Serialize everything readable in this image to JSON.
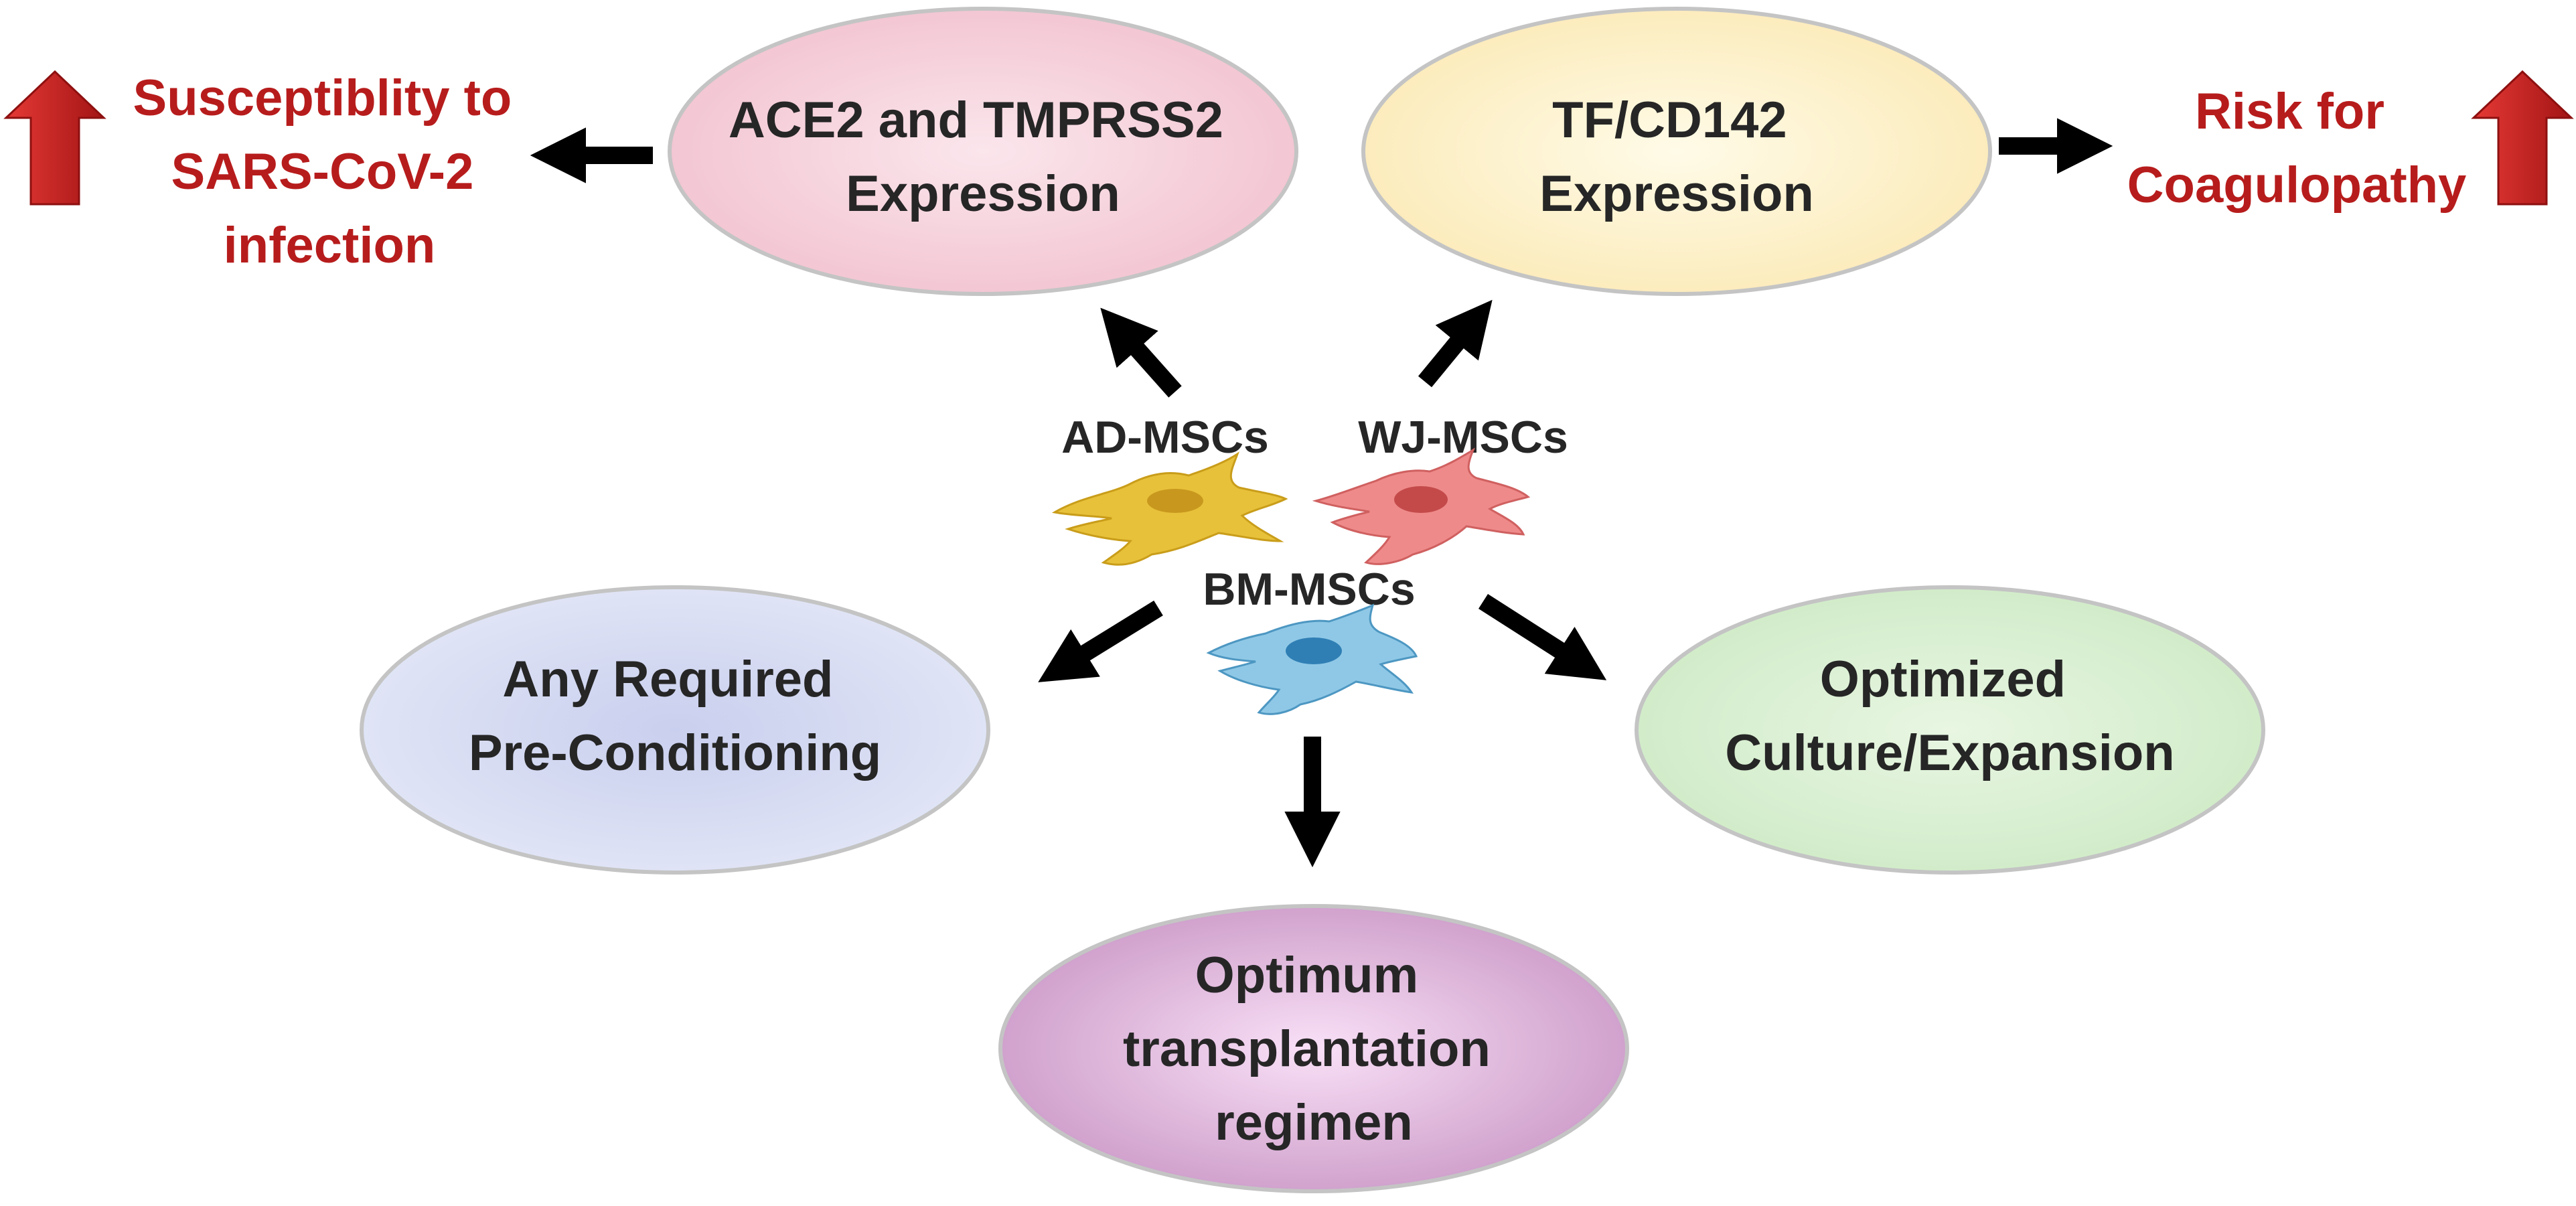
{
  "nodes": {
    "ace2": {
      "lines": [
        "ACE2 and TMPRSS2",
        "Expression"
      ],
      "color": "#f4c9d5"
    },
    "tf": {
      "lines": [
        "TF/CD142",
        "Expression"
      ],
      "color": "#fdf0c4"
    },
    "preconditioning": {
      "lines": [
        "Any Required",
        "Pre-Conditioning"
      ],
      "color": "#d3d9f0"
    },
    "culture": {
      "lines": [
        "Optimized",
        "Culture/Expansion"
      ],
      "color": "#d6efd0"
    },
    "transplant": {
      "lines": [
        "Optimum",
        "transplantation",
        "regimen"
      ],
      "color": "#dcb1d9"
    }
  },
  "cells": {
    "ad": {
      "label": "AD-MSCs",
      "color": "#e8c13a"
    },
    "wj": {
      "label": "WJ-MSCs",
      "color": "#ee8a8a"
    },
    "bm": {
      "label": "BM-MSCs",
      "color": "#8fc8e6"
    }
  },
  "outcomes": {
    "susceptibility": {
      "lines": [
        "Susceptiblity to",
        "SARS-CoV-2",
        "infection"
      ]
    },
    "coagulopathy": {
      "lines": [
        "Risk for",
        "Coagulopathy"
      ]
    }
  },
  "colors": {
    "risk_text": "#b71c1c",
    "up_arrow": "#c62828",
    "arrow": "#000000"
  }
}
